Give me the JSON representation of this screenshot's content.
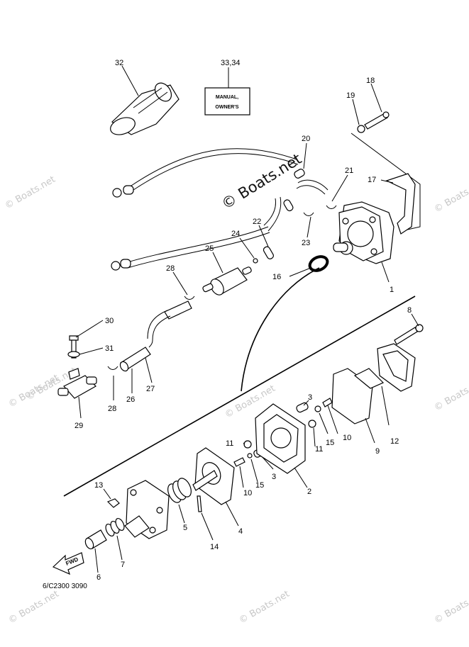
{
  "diagram": {
    "drawing_code": "6/C2300 3090",
    "manual_box_lines": [
      "MANUAL,",
      "OWNER'S"
    ],
    "fwd_arrow_label": "FWD",
    "watermark_main": "© Boats.net",
    "watermark_small": "© Boats.net",
    "part_labels": [
      "1",
      "2",
      "3",
      "3",
      "4",
      "5",
      "6",
      "7",
      "8",
      "9",
      "10",
      "10",
      "11",
      "11",
      "12",
      "13",
      "14",
      "15",
      "15",
      "16",
      "17",
      "18",
      "19",
      "20",
      "21",
      "22",
      "23",
      "24",
      "25",
      "26",
      "27",
      "28",
      "28",
      "29",
      "30",
      "31",
      "32",
      "33,34"
    ]
  }
}
